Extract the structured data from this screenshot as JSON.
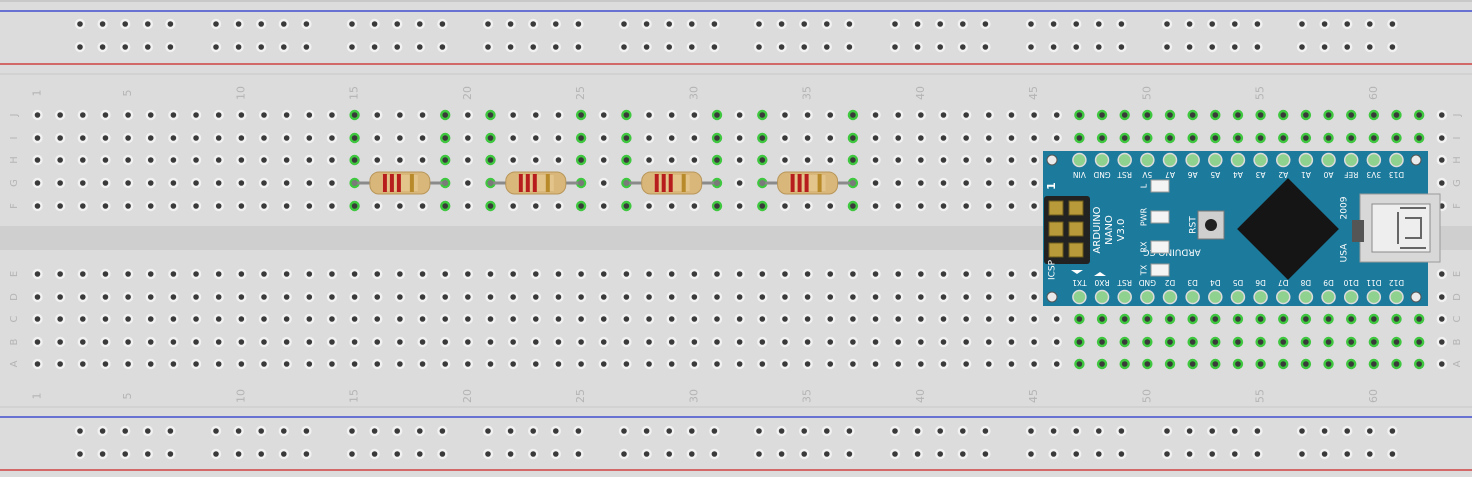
{
  "breadboard": {
    "column_labels": [
      "1",
      "5",
      "10",
      "15",
      "20",
      "25",
      "30",
      "35",
      "40",
      "45",
      "50",
      "55",
      "60"
    ],
    "top_row_labels": [
      "J",
      "I",
      "H",
      "G",
      "F"
    ],
    "bottom_row_labels": [
      "E",
      "D",
      "C",
      "B",
      "A"
    ],
    "colors": {
      "body": "#dcdcdc",
      "hole": "#3a3a3a",
      "hole_ring": "#f2f2f2",
      "connected_ring": "#3fc73f",
      "rail_blue": "#2233cc",
      "rail_red": "#cc2222",
      "label": "#b4b4b4"
    }
  },
  "resistors": [
    {
      "name": "resistor-1",
      "from_col": 15,
      "to_col": 19,
      "row": "G"
    },
    {
      "name": "resistor-2",
      "from_col": 21,
      "to_col": 25,
      "row": "G"
    },
    {
      "name": "resistor-3",
      "from_col": 27,
      "to_col": 31,
      "row": "G"
    },
    {
      "name": "resistor-4",
      "from_col": 33,
      "to_col": 37,
      "row": "G"
    }
  ],
  "arduino": {
    "name_lines": [
      "ARDUINO",
      "NANO",
      "V3.0"
    ],
    "site": "ARDUINO.CC",
    "year": "2009",
    "country": "USA",
    "icsp": "ICSP",
    "icsp_pin1": "1",
    "rst_button": "RST",
    "led_labels": [
      "L",
      "PWR",
      "RX",
      "TX"
    ],
    "top_pins": [
      "VIN",
      "GND",
      "RST",
      "5V",
      "A7",
      "A6",
      "A5",
      "A4",
      "A3",
      "A2",
      "A1",
      "A0",
      "REF",
      "3V3",
      "D13"
    ],
    "bottom_pins": [
      "TX1",
      "RX0",
      "RST",
      "GND",
      "D2",
      "D3",
      "D4",
      "D5",
      "D6",
      "D7",
      "D8",
      "D9",
      "D10",
      "D11",
      "D12"
    ],
    "colors": {
      "board": "#1c7a9c",
      "chip": "#151515"
    }
  }
}
